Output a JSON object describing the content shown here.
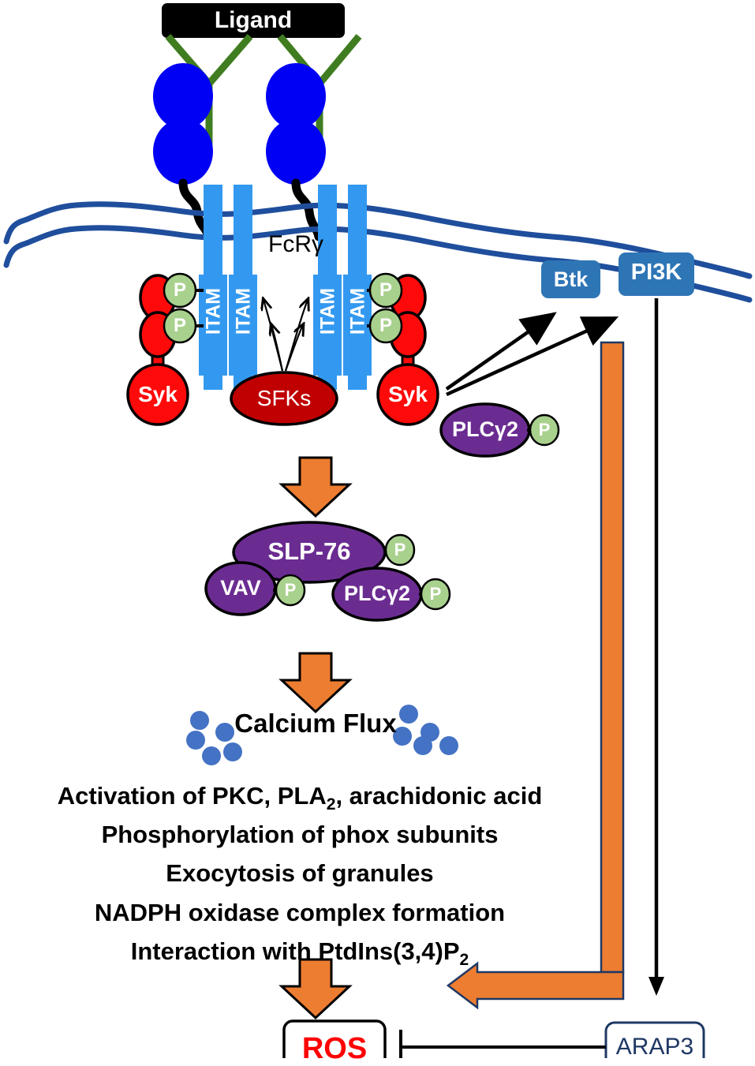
{
  "diagram": {
    "title": "FcR gamma ITAM signaling to ROS",
    "colors": {
      "ligand_box_fill": "#000000",
      "ligand_text": "#ffffff",
      "antibody_green": "#3f7d20",
      "receptor_blue": "#0000f5",
      "membrane_blue": "#1f4e9c",
      "itam_blue": "#3399f0",
      "itam_text": "#ffffff",
      "syk_red": "#ff0a0a",
      "sfk_red": "#c00000",
      "phospho_green": "#a9d18e",
      "purple": "#6b2c91",
      "box_blue": "#2e75b6",
      "orange": "#ed7d31",
      "ros_red": "#ff0000",
      "arap3_navy": "#1f3864",
      "calcium_dot": "#4472c4",
      "black": "#000000"
    }
  },
  "ligand": {
    "label": "Ligand"
  },
  "receptor": {
    "name": "FcR-gamma",
    "label": "FcRγ",
    "itam_label": "ITAM",
    "itam_count": 4
  },
  "kinases": {
    "syk_left": "Syk",
    "syk_right": "Syk",
    "sfks": "SFKs",
    "phospho_label": "P"
  },
  "membrane_boxes": [
    {
      "label": "Btk",
      "name": "btk-box"
    },
    {
      "label": "PI3K",
      "name": "pi3k-box"
    }
  ],
  "plcg2_upper": {
    "label": "PLCγ2",
    "phospho": "P"
  },
  "slp76_complex": {
    "slp76": {
      "label": "SLP-76",
      "phospho": "P"
    },
    "vav": {
      "label": "VAV",
      "phospho": "P"
    },
    "plcg2": {
      "label": "PLCγ2",
      "phospho": "P"
    }
  },
  "calcium": {
    "label": "Calcium Flux",
    "dot_count_left": 5,
    "dot_count_right": 5
  },
  "effector_functions": [
    {
      "pre": "Activation of PKC, PLA",
      "sub": "2",
      "post": ", arachidonic acid"
    },
    {
      "pre": "Phosphorylation of phox subunits",
      "sub": "",
      "post": ""
    },
    {
      "pre": "Exocytosis of granules",
      "sub": "",
      "post": ""
    },
    {
      "pre": "NADPH oxidase complex formation",
      "sub": "",
      "post": ""
    },
    {
      "pre": "Interaction with PtdIns(3,4)P",
      "sub": "2",
      "post": ""
    }
  ],
  "outputs": {
    "ros": {
      "label": "ROS",
      "name": "ros-box"
    },
    "arap3": {
      "label": "ARAP3",
      "name": "arap3-box"
    }
  }
}
